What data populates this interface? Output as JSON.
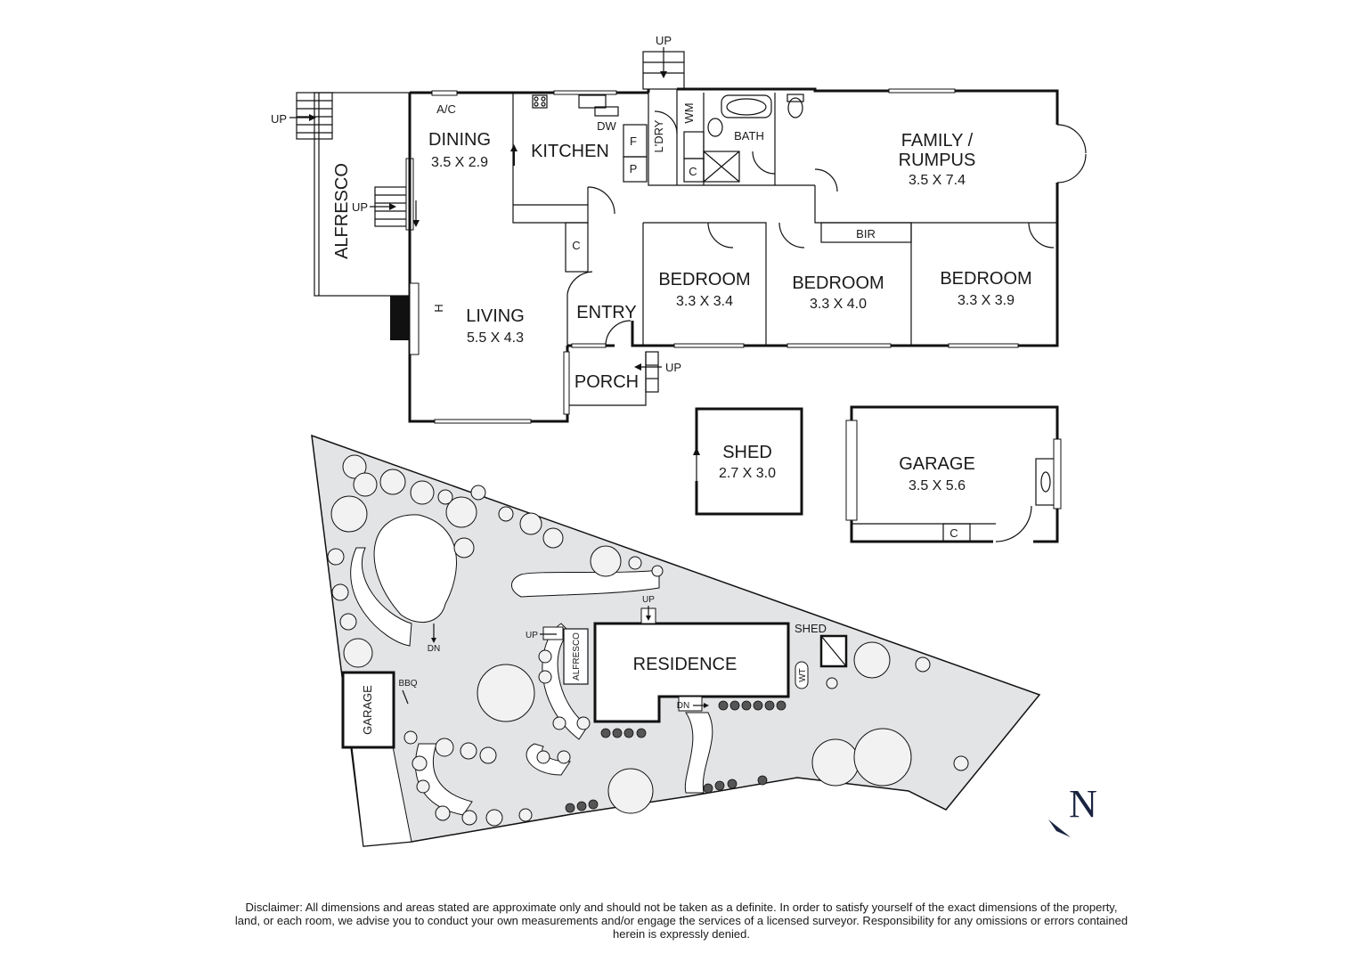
{
  "rooms": {
    "dining": {
      "name": "DINING",
      "size": "3.5 X 2.9"
    },
    "kitchen": {
      "name": "KITCHEN"
    },
    "living": {
      "name": "LIVING",
      "size": "5.5 X 4.3"
    },
    "entry": {
      "name": "ENTRY"
    },
    "porch": {
      "name": "PORCH"
    },
    "laundry": {
      "name": "L'DRY"
    },
    "bath": {
      "name": "BATH"
    },
    "family": {
      "name_line1": "FAMILY /",
      "name_line2": "RUMPUS",
      "size": "3.5 X 7.4"
    },
    "bedroom1": {
      "name": "BEDROOM",
      "size": "3.3 X 3.4"
    },
    "bedroom2": {
      "name": "BEDROOM",
      "size": "3.3 X 4.0"
    },
    "bedroom3": {
      "name": "BEDROOM",
      "size": "3.3 X 3.9"
    },
    "alfresco": {
      "name": "ALFRESCO"
    },
    "shed": {
      "name": "SHED",
      "size": "2.7 X 3.0"
    },
    "garage": {
      "name": "GARAGE",
      "size": "3.5 X 5.6"
    }
  },
  "fixtures": {
    "ac": "A/C",
    "dw": "DW",
    "fridge": "F",
    "pantry": "P",
    "cupboard": "C",
    "wm": "WM",
    "bir": "BIR",
    "heater": "H",
    "up": "UP",
    "dn": "DN"
  },
  "site_plan": {
    "residence": "RESIDENCE",
    "alfresco": "ALFRESCO",
    "garage": "GARAGE",
    "shed": "SHED",
    "bbq": "BBQ",
    "wt": "WT",
    "up": "UP",
    "dn": "DN"
  },
  "compass": {
    "label": "N"
  },
  "disclaimer": "Disclaimer: All dimensions and areas stated are approximate only and should not be taken as a definite. In order to satisfy yourself of the exact dimensions of the property, land, or each room, we advise you to conduct your own measurements and/or engage the services of a licensed surveyor. Responsibility for any omissions or errors contained herein is expressly denied."
}
